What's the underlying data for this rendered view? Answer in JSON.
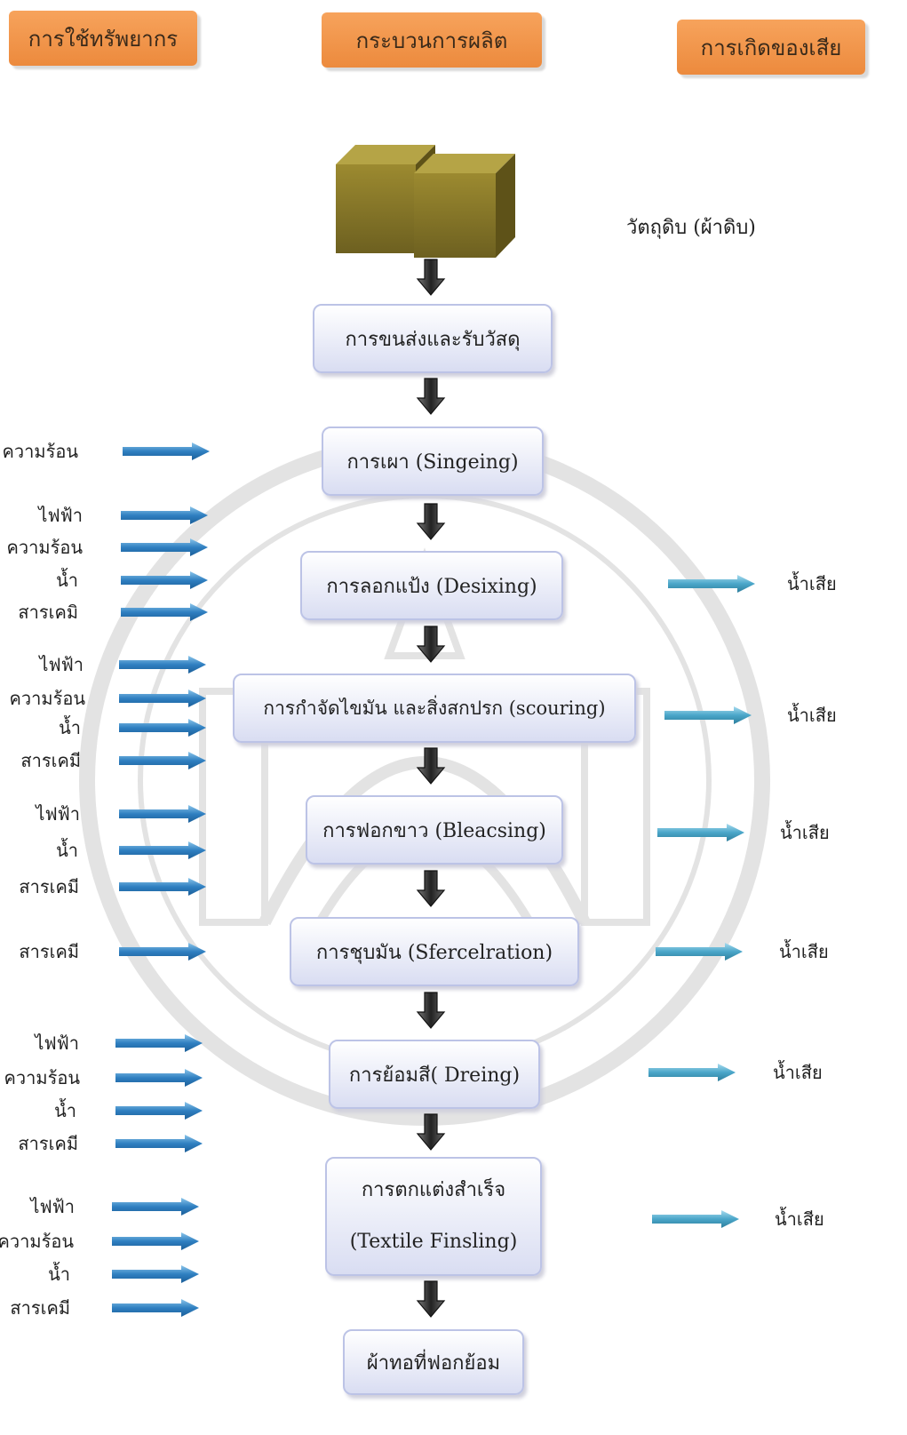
{
  "headers": {
    "resources": "การใช้ทรัพยากร",
    "process": "กระบวนการผลิต",
    "waste": "การเกิดของเสีย"
  },
  "raw_material_label": "วัตถุดิบ (ผ้าดิบ)",
  "steps": [
    {
      "label": "การขนส่งและรับวัสดุ"
    },
    {
      "label": "การเผา (Singeing)"
    },
    {
      "label": "การลอกแป้ง (Desixing)"
    },
    {
      "label": "การกำจัดไขมัน และสิ่งสกปรก (scouring)"
    },
    {
      "label": "การฟอกขาว (Bleacsing)"
    },
    {
      "label": "การชุบมัน (Sfercelration)"
    },
    {
      "label": "การย้อมสี( Dreing)"
    },
    {
      "label": "การตกแต่งสำเร็จ",
      "label2": "(Textile Finsling)"
    },
    {
      "label": "ผ้าทอที่ฟอกย้อม"
    }
  ],
  "inputs": [
    [
      "ความร้อน"
    ],
    [
      "ไฟฟ้า",
      "ความร้อน",
      "น้ำ",
      "สารเคมิ"
    ],
    [
      "ไฟฟ้า",
      "ความร้อน",
      "น้ำ",
      "สารเคมี"
    ],
    [
      "ไฟฟ้า",
      "น้ำ",
      "สารเคมี"
    ],
    [
      "สารเคมี"
    ],
    [
      "ไฟฟ้า",
      "ความร้อน",
      "น้ำ",
      "สารเคมี"
    ],
    [
      "ไฟฟ้า",
      "ความร้อน",
      "น้ำ",
      "สารเคมี"
    ]
  ],
  "outputs": [
    "น้ำเสีย",
    "น้ำเสีย",
    "น้ำเสีย",
    "น้ำเสีย",
    "น้ำเสีย",
    "น้ำเสีย"
  ],
  "colors": {
    "header": "#ec8a3d",
    "box_border": "#bcc3e6",
    "input_arrow": "#2f7fc1",
    "output_arrow": "#4aa6c9",
    "down_arrow": "#3a3a3a",
    "block": "#8a7a2a"
  }
}
